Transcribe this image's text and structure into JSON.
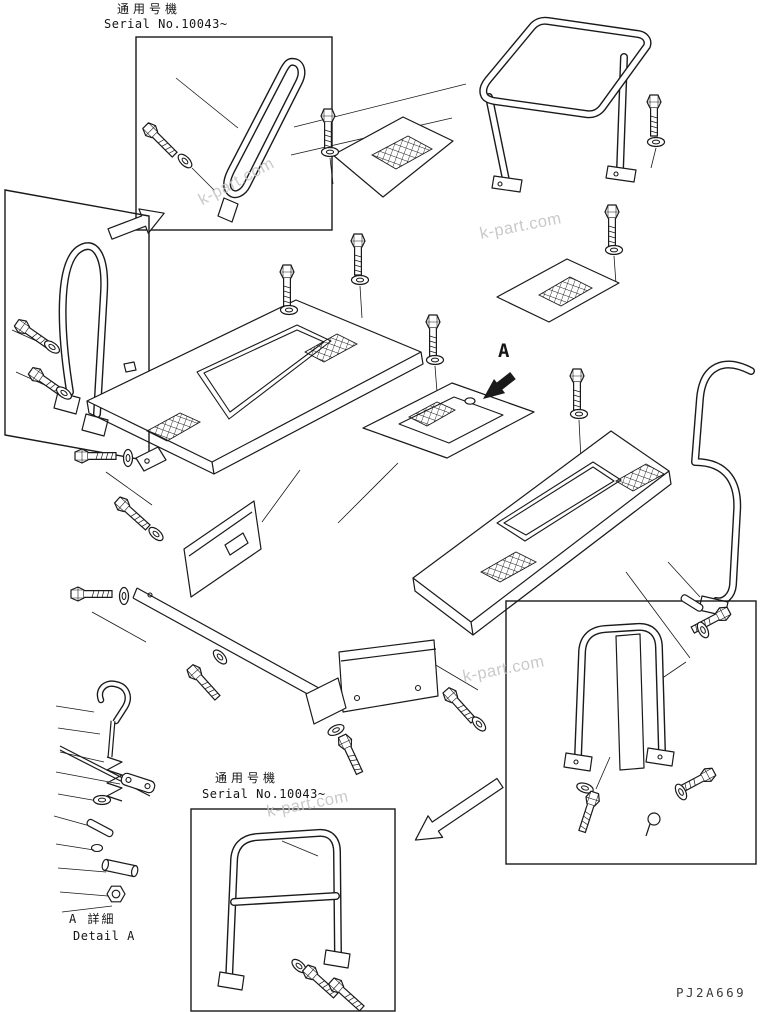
{
  "diagram": {
    "code": "PJ2A669",
    "view_label": "A",
    "notes": {
      "top": {
        "jp": "通用号機",
        "en": "Serial No.10043~"
      },
      "bottom": {
        "jp": "通用号機",
        "en": "Serial No.10043~"
      }
    },
    "detail": {
      "jp": "A 詳細",
      "en": "Detail A"
    },
    "watermark": {
      "text": "k-part.com"
    },
    "colors": {
      "line": "#1a1a1a",
      "background": "#ffffff",
      "watermark": "#c4c4c4"
    }
  }
}
